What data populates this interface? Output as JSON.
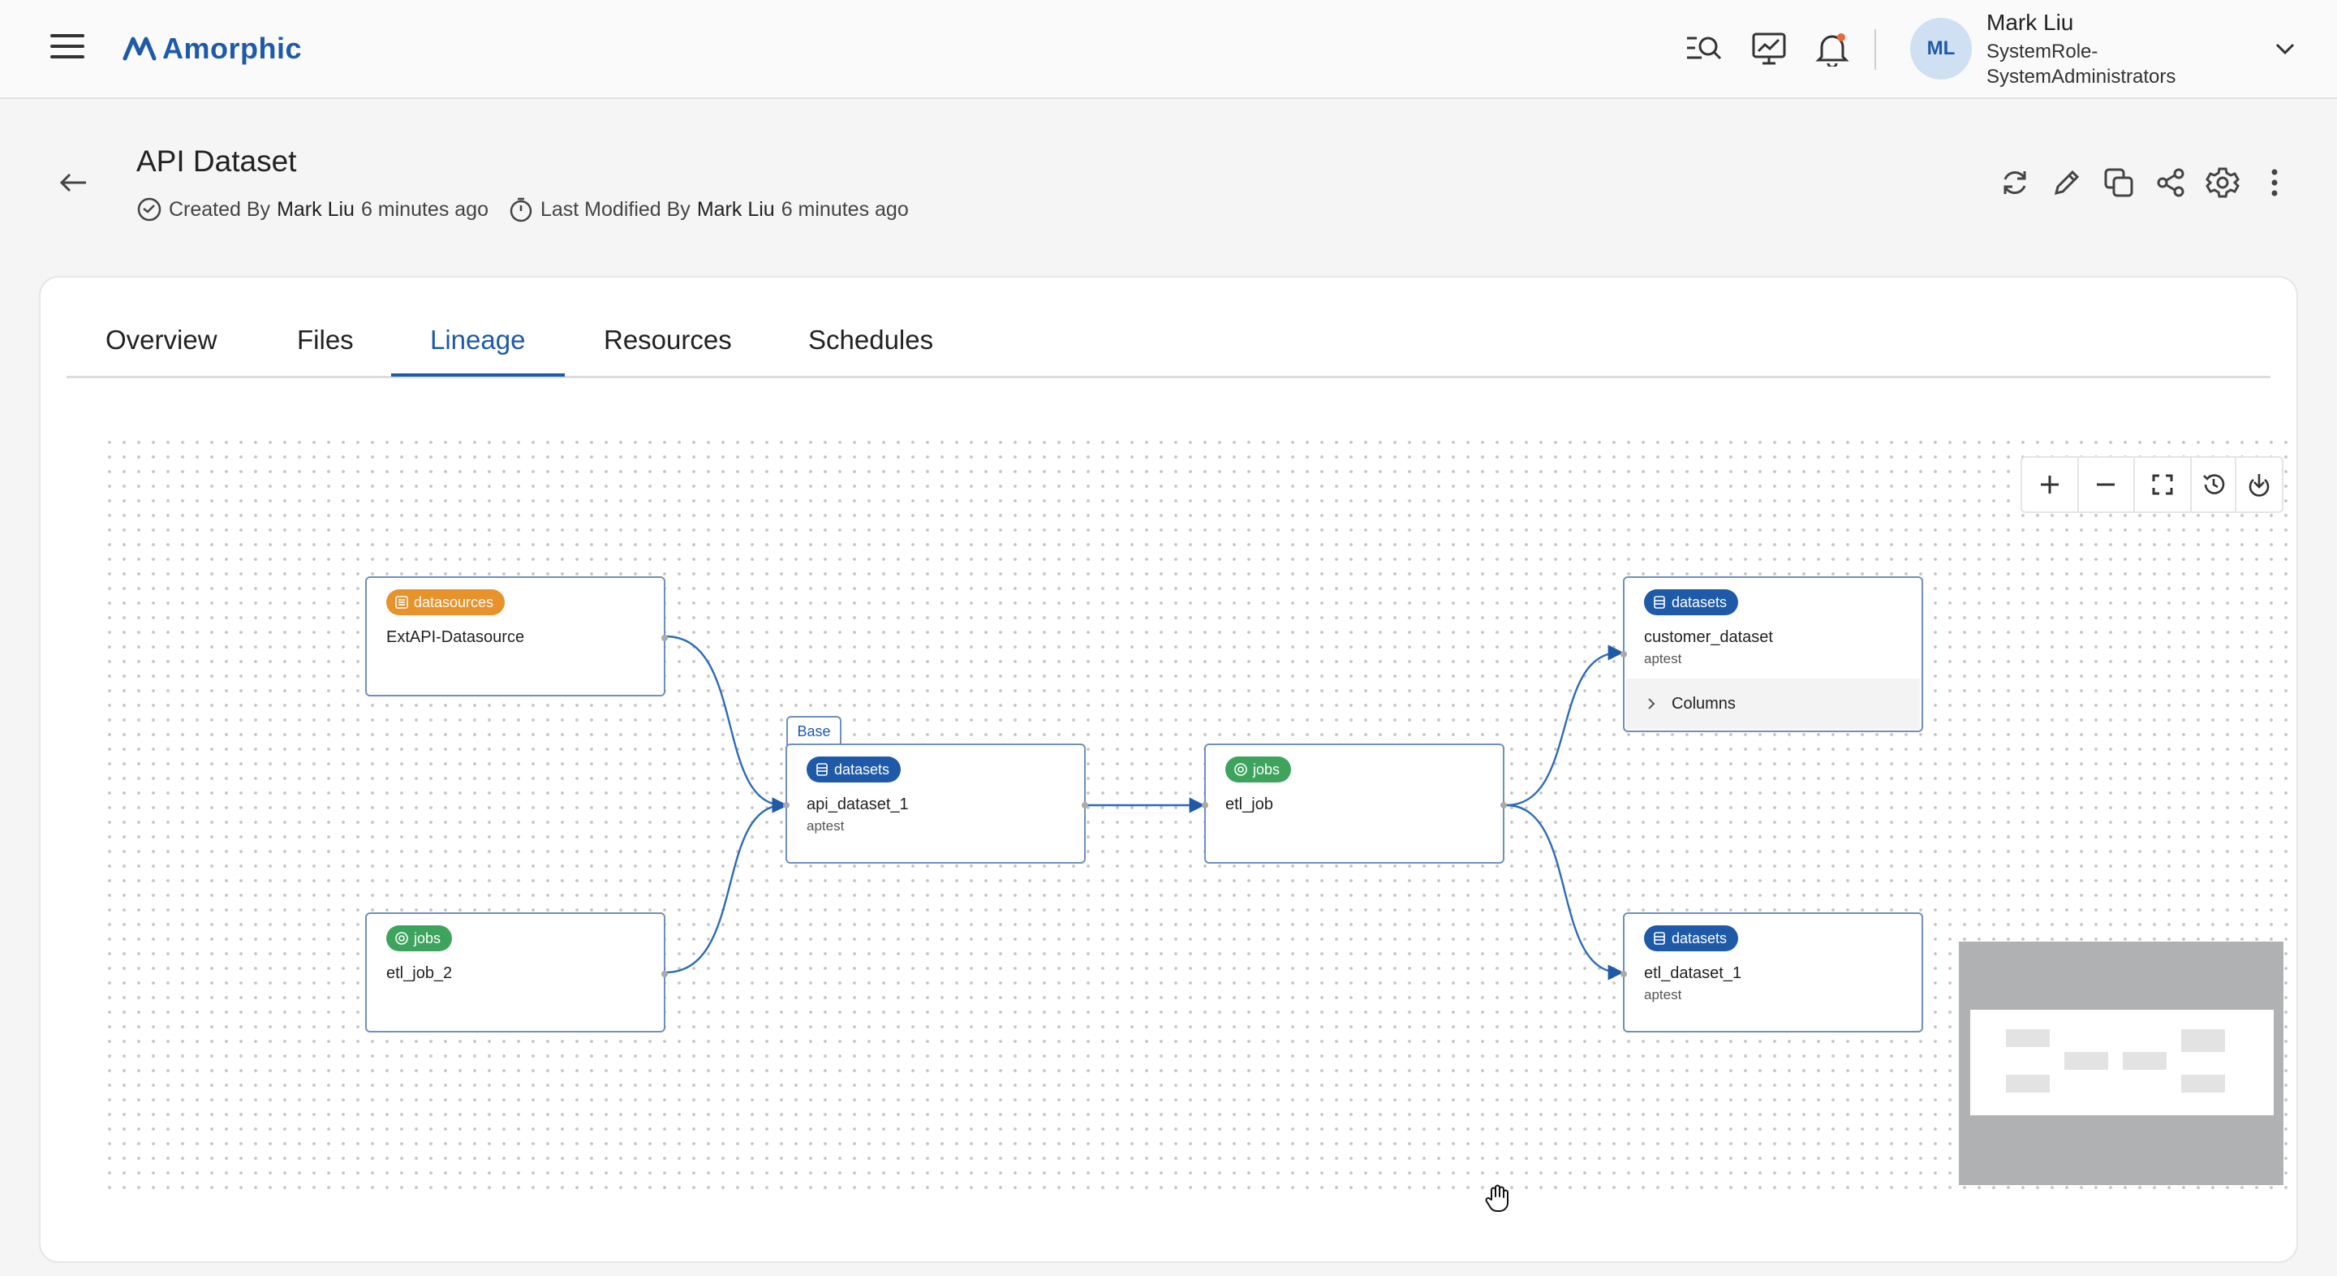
{
  "app": {
    "logo_text": "Amorphic",
    "accent_color": "#1e5aa8"
  },
  "header_icons": [
    "search-list-icon",
    "monitor-chart-icon",
    "bell-icon"
  ],
  "user": {
    "initials": "ML",
    "name": "Mark Liu",
    "role": "SystemRole-SystemAdministrators"
  },
  "page": {
    "title": "API Dataset",
    "created_label": "Created By",
    "created_by": "Mark Liu",
    "created_when": "6 minutes ago",
    "modified_label": "Last Modified By",
    "modified_by": "Mark Liu",
    "modified_when": "6 minutes ago"
  },
  "actions": [
    "refresh-icon",
    "edit-icon",
    "copy-icon",
    "share-icon",
    "settings-icon",
    "more-vertical-icon"
  ],
  "tabs": [
    {
      "label": "Overview"
    },
    {
      "label": "Files"
    },
    {
      "label": "Lineage",
      "active": true
    },
    {
      "label": "Resources"
    },
    {
      "label": "Schedules"
    }
  ],
  "lineage": {
    "base_tag": "Base",
    "nodes": {
      "ext_ds": {
        "type": "datasources",
        "name": "ExtAPI-Datasource",
        "sub": ""
      },
      "etl_job_2": {
        "type": "jobs",
        "name": "etl_job_2",
        "sub": ""
      },
      "api_dataset_1": {
        "type": "datasets",
        "name": "api_dataset_1",
        "sub": "aptest"
      },
      "etl_job": {
        "type": "jobs",
        "name": "etl_job",
        "sub": ""
      },
      "customer_dataset": {
        "type": "datasets",
        "name": "customer_dataset",
        "sub": "aptest",
        "columns_label": "Columns"
      },
      "etl_dataset_1": {
        "type": "datasets",
        "name": "etl_dataset_1",
        "sub": "aptest"
      }
    },
    "badge_colors": {
      "datasources": "#e8922c",
      "datasets": "#1e5aa8",
      "jobs": "#3da35d"
    }
  },
  "zoom_controls": [
    "zoom-in-icon",
    "zoom-out-icon",
    "fit-view-icon",
    "history-icon",
    "download-icon"
  ]
}
